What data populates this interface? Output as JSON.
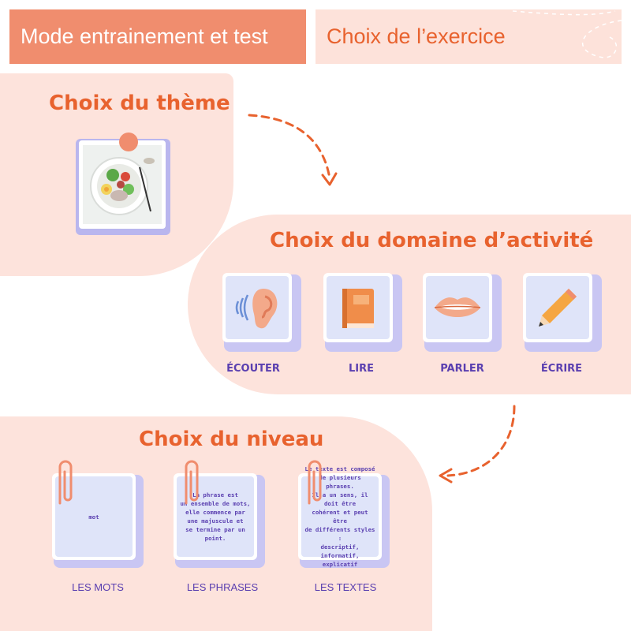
{
  "tabs": {
    "mode_label": "Mode entrainement et test",
    "exercise_label": "Choix de l’exercice"
  },
  "sections": {
    "theme_title": "Choix du thème",
    "domain_title": "Choix du domaine d’activité",
    "level_title": "Choix du niveau"
  },
  "activities": [
    {
      "label": "ÉCOUTER",
      "icon": "ear-icon"
    },
    {
      "label": "LIRE",
      "icon": "book-icon"
    },
    {
      "label": "PARLER",
      "icon": "mouth-icon"
    },
    {
      "label": "ÉCRIRE",
      "icon": "pencil-icon"
    }
  ],
  "levels": [
    {
      "label": "LES MOTS",
      "text": "mot"
    },
    {
      "label": "LES PHRASES",
      "text": "La phrase est\nun ensemble de mots,\nelle commence par\nune majuscule et\nse termine par un point."
    },
    {
      "label": "LES TEXTES",
      "text": "Le texte est composé\nde plusieurs phrases.\nIl a un sens, il doit être\ncohérent et peut être\nde différents styles :\ndescriptif, informatif,\nexplicatif"
    }
  ],
  "colors": {
    "accent": "#e8622e",
    "tab_dark": "#f08d6e",
    "tab_light": "#fde2da",
    "blob": "#fde3dc",
    "label": "#5a3fb0",
    "card_shadow": "#c9c6f3",
    "card_face": "#dfe4f9"
  }
}
